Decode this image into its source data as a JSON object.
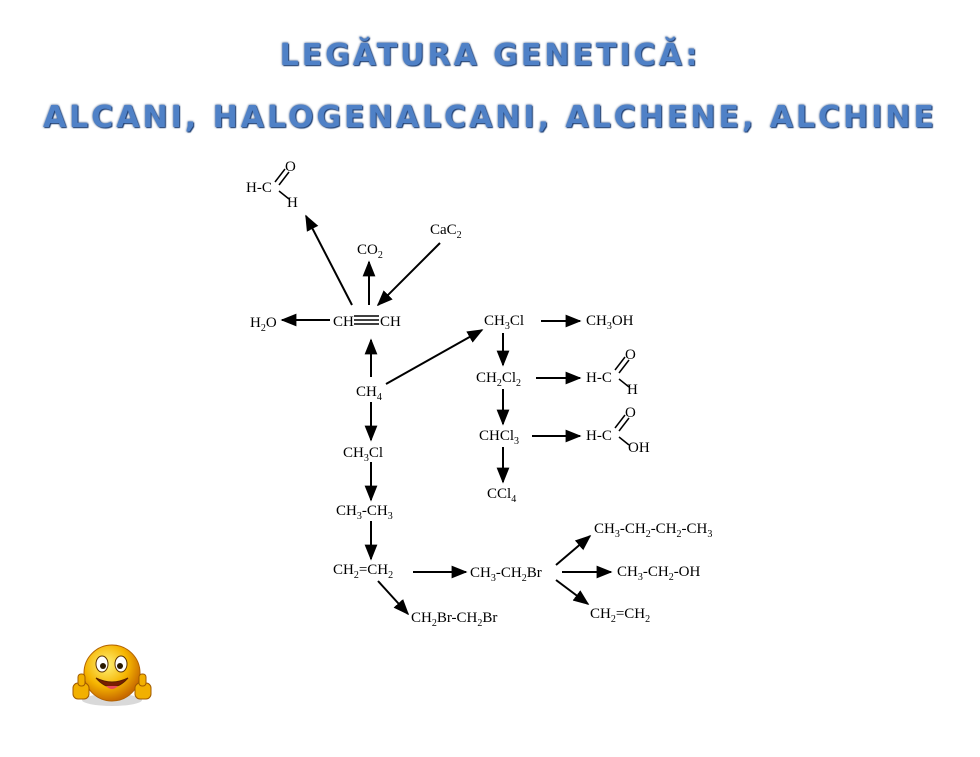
{
  "title": {
    "line1": "LEGĂTURA GENETICĂ:",
    "line2": "ALCANI, HALOGENALCANI, ALCHENE, ALCHINE"
  },
  "compounds": {
    "formaldehyde_top": {
      "pre": "H-C",
      "o": "O",
      "h": "H"
    },
    "co2": {
      "main": "CO",
      "sub": "2"
    },
    "cac2": {
      "main": "CaC",
      "sub": "2"
    },
    "h2o": {
      "h": "H",
      "sub": "2",
      "o": "O"
    },
    "acetylene": {
      "left": "CH",
      "right": "CH"
    },
    "methane": {
      "main": "CH",
      "sub": "4"
    },
    "ch3cl_right": {
      "a": "CH",
      "sub": "3",
      "b": "Cl"
    },
    "methanol": {
      "a": "CH",
      "sub": "3",
      "b": "OH"
    },
    "ch2cl2": {
      "a": "CH",
      "sub1": "2",
      "b": "Cl",
      "sub2": "2"
    },
    "formaldehyde_mid": {
      "pre": "H-C",
      "o": "O",
      "h": "H"
    },
    "chcl3": {
      "a": "CHCl",
      "sub": "3"
    },
    "formic_acid": {
      "pre": "H-C",
      "o": "O",
      "oh": "OH"
    },
    "ccl4": {
      "a": "CCl",
      "sub": "4"
    },
    "ch3cl_left": {
      "a": "CH",
      "sub": "3",
      "b": "Cl"
    },
    "ethane": {
      "a": "CH",
      "sub1": "3",
      "b": "-CH",
      "sub2": "3"
    },
    "ethene": {
      "a": "CH",
      "sub1": "2",
      "b": "=CH",
      "sub2": "2"
    },
    "dibromoethane": {
      "a": "CH",
      "sub1": "2",
      "b": "Br-CH",
      "sub2": "2",
      "c": "Br"
    },
    "bromoethane": {
      "a": "CH",
      "sub1": "3",
      "b": "-CH",
      "sub2": "2",
      "c": "Br"
    },
    "butane": {
      "a": "CH",
      "sub1": "3",
      "b": "-CH",
      "sub2": "2",
      "c": "-CH",
      "sub3": "2",
      "d": "-CH",
      "sub4": "3"
    },
    "ethanol": {
      "a": "CH",
      "sub1": "3",
      "b": "-CH",
      "sub2": "2",
      "c": "-OH"
    },
    "ethene_product": {
      "a": "CH",
      "sub1": "2",
      "b": "=CH",
      "sub2": "2"
    }
  },
  "icon": "smiley-thumbs-up-icon",
  "colors": {
    "title": "#4f81c7",
    "title_outline": "#1f3f73",
    "ink": "#000000"
  }
}
